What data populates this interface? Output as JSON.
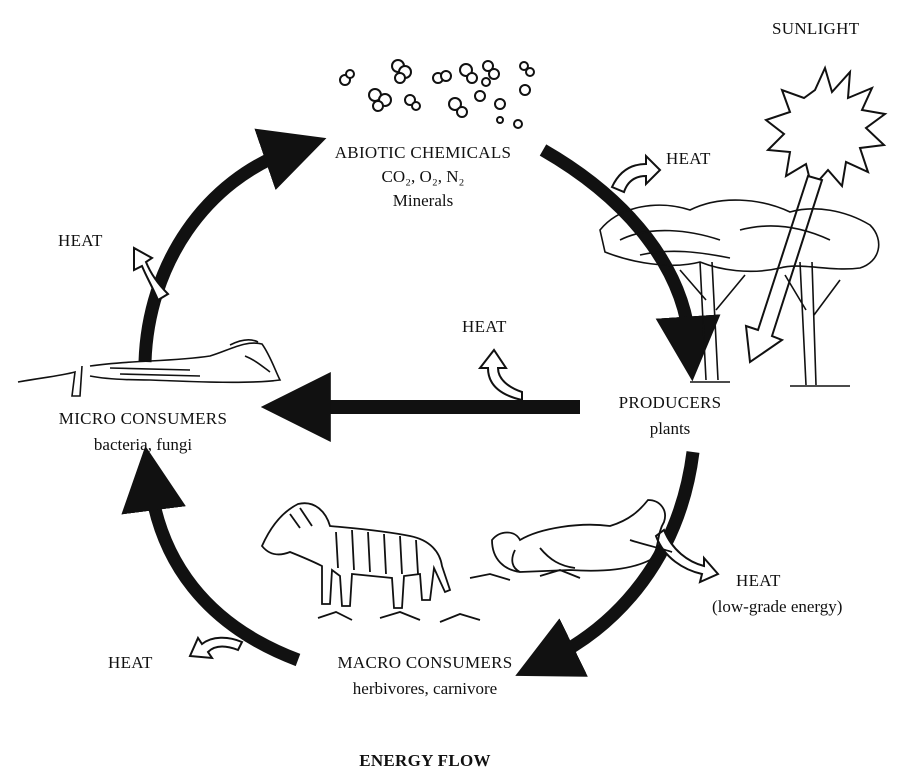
{
  "title": "ENERGY FLOW",
  "nodes": {
    "abiotic": {
      "label": "ABIOTIC CHEMICALS",
      "chem": "CO₂, O₂, N₂",
      "detail": "Minerals"
    },
    "producers": {
      "label": "PRODUCERS",
      "detail": "plants"
    },
    "macro": {
      "label": "MACRO CONSUMERS",
      "detail": "herbivores, carnivore"
    },
    "micro": {
      "label": "MICRO CONSUMERS",
      "detail": "bacteria, fungi"
    }
  },
  "sunlight": "SUNLIGHT",
  "heat": {
    "top_right": "HEAT",
    "left_top": "HEAT",
    "center": "HEAT",
    "bottom_left": "HEAT",
    "low_grade": "HEAT",
    "low_grade_note": "(low-grade energy)"
  },
  "colors": {
    "ink": "#111111",
    "background": "#ffffff"
  }
}
